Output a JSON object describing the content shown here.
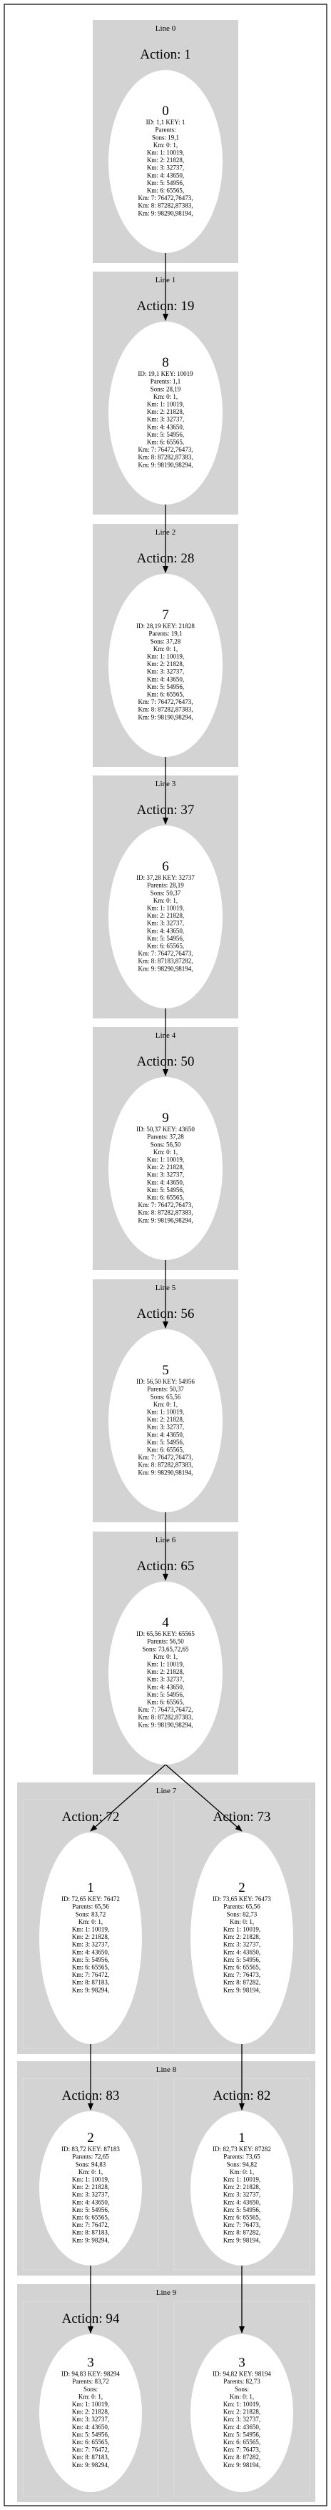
{
  "lines": [
    {
      "title": "Line 0",
      "actions": [
        {
          "action": "Action: 1",
          "node_id": "0",
          "lines": [
            "ID: 1,1 KEY: 1",
            "Parents:",
            "Sons: 19,1",
            "Km: 0: 1,",
            "Km: 1: 10019,",
            "Km: 2: 21828,",
            "Km: 3: 32737,",
            "Km: 4: 43650,",
            "Km: 5: 54956,",
            "Km: 6: 65565,",
            "Km: 7: 76472,76473,",
            "Km: 8: 87282,87383,",
            "Km: 9: 98290,98194,"
          ]
        }
      ]
    },
    {
      "title": "Line 1",
      "actions": [
        {
          "action": "Action: 19",
          "node_id": "8",
          "lines": [
            "ID: 19,1 KEY: 10019",
            "Parents: 1,1",
            "Sons: 28,19",
            "Km: 0: 1,",
            "Km: 1: 10019,",
            "Km: 2: 21828,",
            "Km: 3: 32737,",
            "Km: 4: 43650,",
            "Km: 5: 54956,",
            "Km: 6: 65565,",
            "Km: 7: 76472,76473,",
            "Km: 8: 87282,87383,",
            "Km: 9: 98190,98294,"
          ]
        }
      ]
    },
    {
      "title": "Line 2",
      "actions": [
        {
          "action": "Action: 28",
          "node_id": "7",
          "lines": [
            "ID: 28,19 KEY: 21828",
            "Parents: 19,1",
            "Sons: 37,28",
            "Km: 0: 1,",
            "Km: 1: 10019,",
            "Km: 2: 21828,",
            "Km: 3: 32737,",
            "Km: 4: 43650,",
            "Km: 5: 54956,",
            "Km: 6: 65565,",
            "Km: 7: 76472,76473,",
            "Km: 8: 87282,87383,",
            "Km: 9: 98190,98294,"
          ]
        }
      ]
    },
    {
      "title": "Line 3",
      "actions": [
        {
          "action": "Action: 37",
          "node_id": "6",
          "lines": [
            "ID: 37,28 KEY: 32737",
            "Parents: 28,19",
            "Sons: 50,37",
            "Km: 0: 1,",
            "Km: 1: 10019,",
            "Km: 2: 21828,",
            "Km: 3: 32737,",
            "Km: 4: 43650,",
            "Km: 5: 54956,",
            "Km: 6: 65565,",
            "Km: 7: 76472,76473,",
            "Km: 8: 87183,87282,",
            "Km: 9: 98290,98194,"
          ]
        }
      ]
    },
    {
      "title": "Line 4",
      "actions": [
        {
          "action": "Action: 50",
          "node_id": "9",
          "lines": [
            "ID: 50,37 KEY: 43650",
            "Parents: 37,28",
            "Sons: 56,50",
            "Km: 0: 1,",
            "Km: 1: 10019,",
            "Km: 2: 21828,",
            "Km: 3: 32737,",
            "Km: 4: 43650,",
            "Km: 5: 54956,",
            "Km: 6: 65565,",
            "Km: 7: 76472,76473,",
            "Km: 8: 87282,87383,",
            "Km: 9: 98196,98294,"
          ]
        }
      ]
    },
    {
      "title": "Line 5",
      "actions": [
        {
          "action": "Action: 56",
          "node_id": "5",
          "lines": [
            "ID: 56,50 KEY: 54956",
            "Parents: 50,37",
            "Sons: 65,56",
            "Km: 0: 1,",
            "Km: 1: 10019,",
            "Km: 2: 21828,",
            "Km: 3: 32737,",
            "Km: 4: 43650,",
            "Km: 5: 54956,",
            "Km: 6: 65565,",
            "Km: 7: 76472,76473,",
            "Km: 8: 87282,87383,",
            "Km: 9: 98290,98194,"
          ]
        }
      ]
    },
    {
      "title": "Line 6",
      "actions": [
        {
          "action": "Action: 65",
          "node_id": "4",
          "lines": [
            "ID: 65,56 KEY: 65565",
            "Parents: 56,50",
            "Sons: 73,65,72,65",
            "Km: 0: 1,",
            "Km: 1: 10019,",
            "Km: 2: 21828,",
            "Km: 3: 32737,",
            "Km: 4: 43650,",
            "Km: 5: 54956,",
            "Km: 6: 65565,",
            "Km: 7: 76473,76472,",
            "Km: 8: 87282,87383,",
            "Km: 9: 98190,98294,"
          ]
        }
      ]
    },
    {
      "title": "Line 7",
      "actions": [
        {
          "action": "Action: 72",
          "node_id": "1",
          "lines": [
            "ID: 72,65 KEY: 76472",
            "Parents: 65,56",
            "Sons: 83,72",
            "Km: 0: 1,",
            "Km: 1: 10019,",
            "Km: 2: 21828,",
            "Km: 3: 32737,",
            "Km: 4: 43650,",
            "Km: 5: 54956,",
            "Km: 6: 65565,",
            "Km: 7: 76472,",
            "Km: 8: 87183,",
            "Km: 9: 98294,"
          ]
        },
        {
          "action": "Action: 73",
          "node_id": "2",
          "lines": [
            "ID: 73,65 KEY: 76473",
            "Parents: 65,56",
            "Sons: 82,73",
            "Km: 0: 1,",
            "Km: 1: 10019,",
            "Km: 2: 21828,",
            "Km: 3: 32737,",
            "Km: 4: 43650,",
            "Km: 5: 54956,",
            "Km: 6: 65565,",
            "Km: 7: 76473,",
            "Km: 8: 87282,",
            "Km: 9: 98194,"
          ]
        }
      ]
    },
    {
      "title": "Line 8",
      "actions": [
        {
          "action": "Action: 83",
          "node_id": "2",
          "lines": [
            "ID: 83,72 KEY: 87183",
            "Parents: 72,65",
            "Sons: 94,83",
            "Km: 0: 1,",
            "Km: 1: 10019,",
            "Km: 2: 21828,",
            "Km: 3: 32737,",
            "Km: 4: 43650,",
            "Km: 5: 54956,",
            "Km: 6: 65565,",
            "Km: 7: 76472,",
            "Km: 8: 87183,",
            "Km: 9: 98294,"
          ]
        },
        {
          "action": "Action: 82",
          "node_id": "1",
          "lines": [
            "ID: 82,73 KEY: 87282",
            "Parents: 73,65",
            "Sons: 94,82",
            "Km: 0: 1,",
            "Km: 1: 10019,",
            "Km: 2: 21828,",
            "Km: 3: 32737,",
            "Km: 4: 43650,",
            "Km: 5: 54956,",
            "Km: 6: 65565,",
            "Km: 7: 76473,",
            "Km: 8: 87282,",
            "Km: 9: 98194,"
          ]
        }
      ]
    },
    {
      "title": "Line 9",
      "actions": [
        {
          "action": "Action: 94",
          "node_id": "3",
          "lines": [
            "ID: 94,83 KEY: 98294",
            "Parents: 83,72",
            "Sons:",
            "Km: 0: 1,",
            "Km: 1: 10019,",
            "Km: 2: 21828,",
            "Km: 3: 32737,",
            "Km: 4: 43650,",
            "Km: 5: 54956,",
            "Km: 6: 65565,",
            "Km: 7: 76472,",
            "Km: 8: 87183,",
            "Km: 9: 98294,"
          ]
        },
        {
          "action": "",
          "node_id": "3",
          "lines": [
            "ID: 94,82 KEY: 98194",
            "Parents: 82,73",
            "Sons:",
            "Km: 0: 1,",
            "Km: 1: 10019,",
            "Km: 2: 21828,",
            "Km: 3: 32737,",
            "Km: 4: 43650,",
            "Km: 5: 54956,",
            "Km: 6: 65565,",
            "Km: 7: 76473,",
            "Km: 8: 87282,",
            "Km: 9: 98194,"
          ]
        }
      ]
    }
  ],
  "colors": {
    "cluster_fill": "#d3d3d3",
    "node_fill": "#ffffff",
    "edge": "#000000",
    "border": "#000000"
  }
}
